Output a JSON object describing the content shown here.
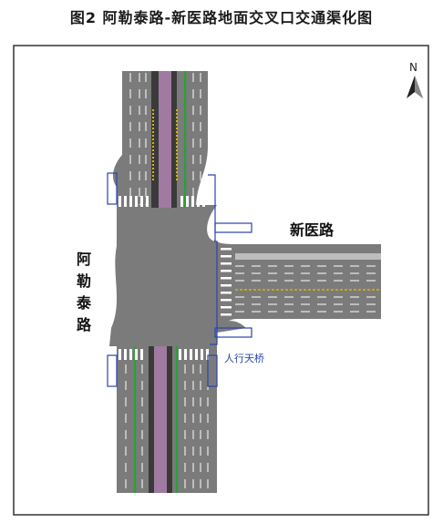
{
  "figure": {
    "title": "图2   阿勒泰路-新医路地面交叉口交通渠化图"
  },
  "labels": {
    "north": "N",
    "road_west": "阿勒泰路",
    "road_east": "新医路",
    "pedestrian_bridge": "人行天桥"
  },
  "colors": {
    "road": "#7b7b7b",
    "lane_line": "#ffffff",
    "median": "#3a3a3a",
    "bus_lane": "#a07aa0",
    "green_line": "#2e9e3a",
    "yellow_line": "#d9b400",
    "bridge_outline": "#2a44b0",
    "bridge_label": "#2a44b0",
    "border": "#333333"
  }
}
